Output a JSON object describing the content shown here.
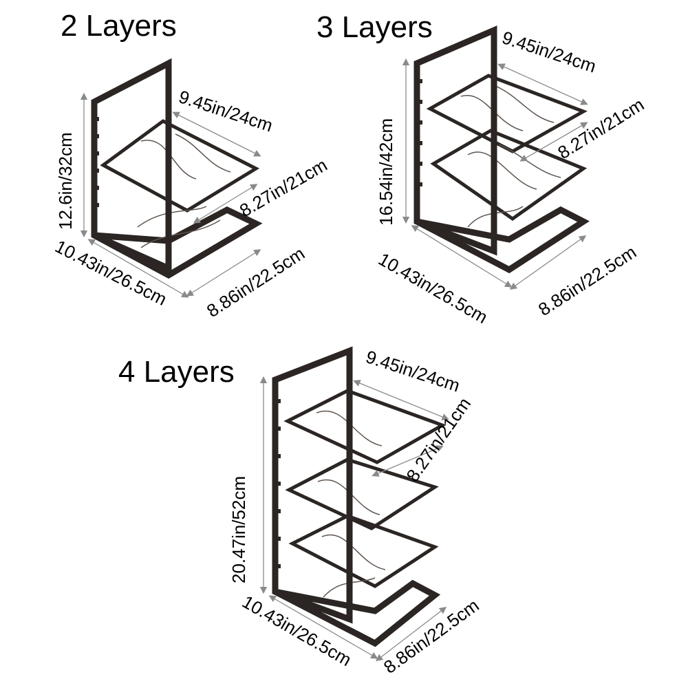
{
  "panels": [
    {
      "title": "2 Layers",
      "height": "12.6in/32cm",
      "shelf_width": "9.45in/24cm",
      "shelf_depth": "8.27in/21cm",
      "base_width": "10.43in/26.5cm",
      "base_depth": "8.86in/22.5cm"
    },
    {
      "title": "3 Layers",
      "height": "16.54in/42cm",
      "shelf_width": "9.45in/24cm",
      "shelf_depth": "8.27in/21cm",
      "base_width": "10.43in/26.5cm",
      "base_depth": "8.86in/22.5cm"
    },
    {
      "title": "4 Layers",
      "height": "20.47in/52cm",
      "shelf_width": "9.45in/24cm",
      "shelf_depth": "8.27in/21cm",
      "base_width": "10.43in/26.5cm",
      "base_depth": "8.86in/22.5cm"
    }
  ],
  "colors": {
    "frame": "#2b2623",
    "arrow": "#8a8a8a",
    "background": "#ffffff"
  }
}
